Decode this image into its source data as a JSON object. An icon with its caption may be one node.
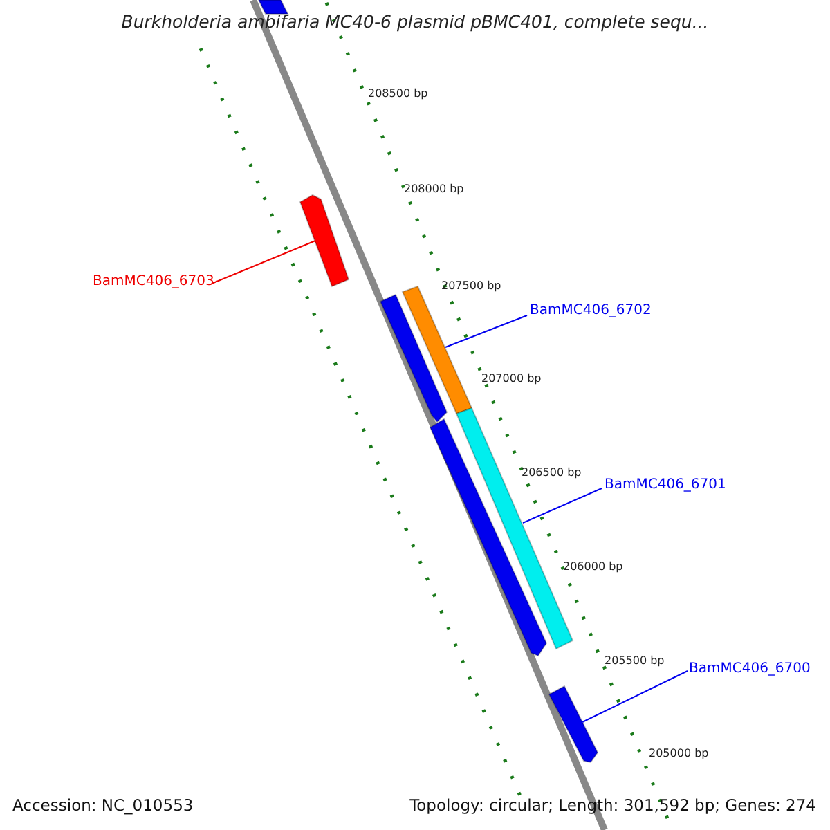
{
  "diagram": {
    "title": "Burkholderia ambifaria MC40-6 plasmid pBMC401, complete sequ...",
    "nodes": [
      {
        "text": [
          "BamMC406_6703"
        ]
      },
      {
        "text": [],
        "shape": "bar"
      },
      {
        "text": [
          "BamMC406_6702"
        ]
      },
      {
        "text": [],
        "shape": "bar"
      },
      {
        "text": [
          "BamMC406_6701"
        ]
      },
      {
        "text": [],
        "shape": "bar"
      },
      {
        "text": [
          "BamMC406_6700"
        ]
      },
      {
        "text": [],
        "shape": "bar"
      },
      {
        "text": [],
        "shape": "bar"
      },
      {
        "text": [],
        "shape": "bar"
      },
      {
        "text": [],
        "shape": "bar"
      }
    ],
    "edges": [
      {
        "from": 0,
        "to": 1,
        "arrow": "none",
        "color": "#ee0000"
      },
      {
        "from": 2,
        "to": 3,
        "arrow": "none"
      },
      {
        "from": 4,
        "to": 5,
        "arrow": "none"
      },
      {
        "from": 6,
        "to": 7,
        "arrow": "none"
      }
    ],
    "labels": [
      "208500 bp",
      "208000 bp",
      "207500 bp",
      "207000 bp",
      "206500 bp",
      "206000 bp",
      "205500 bp",
      "205000 bp",
      "Accession: NC_010553",
      "Topology: circular; Length: 301,592 bp; Genes: 274"
    ]
  }
}
